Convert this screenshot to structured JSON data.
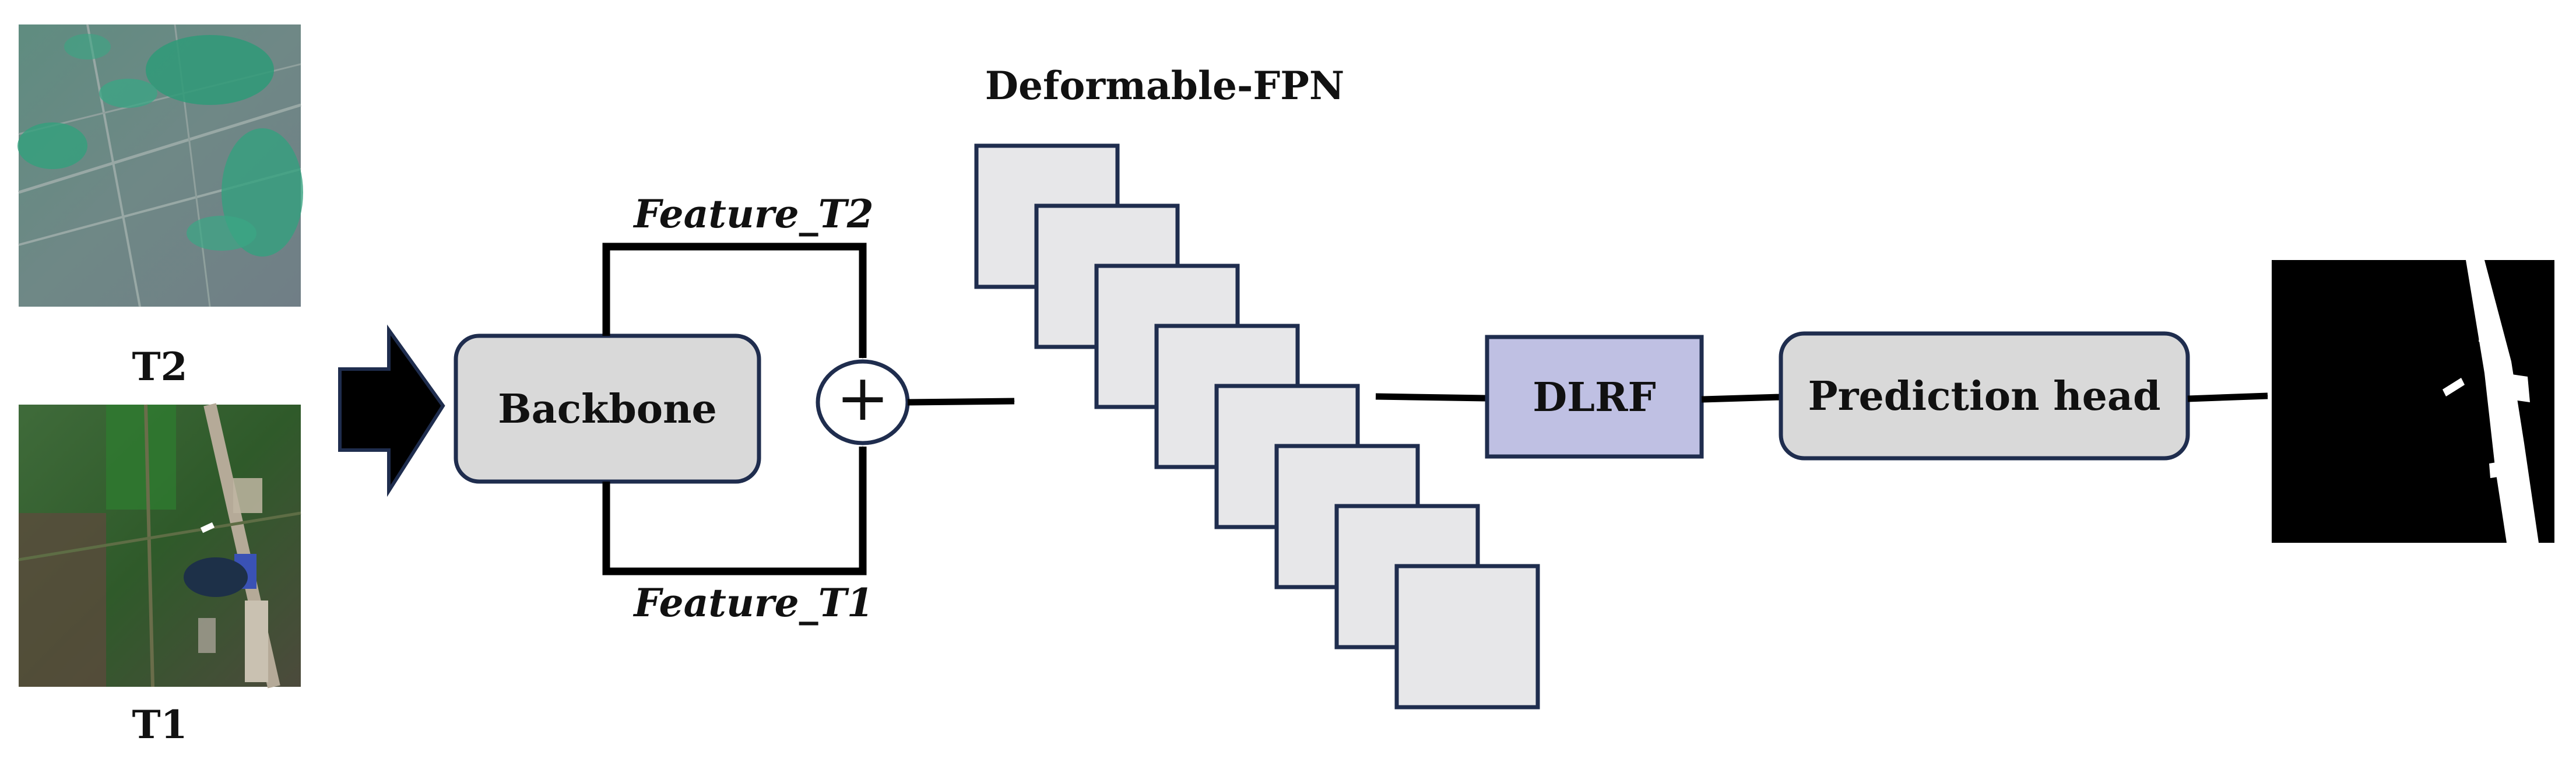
{
  "title": "Deformable-FPN",
  "inputs": {
    "t2_label": "T2",
    "t1_label": "T1"
  },
  "nodes": {
    "backbone": "Backbone",
    "fusion_symbol": "+",
    "dlrf": "DLRF",
    "prediction_head": "Prediction head"
  },
  "edges": {
    "feature_t2": "Feature_T2",
    "feature_t1": "Feature_T1"
  },
  "fpn": {
    "level_count": 8
  },
  "colors": {
    "box_fill": "#d9d9d9",
    "box_border": "#1f2d4e",
    "fpn_fill": "#e7e7e9",
    "dlrf_fill": "#bfc0e3",
    "mask_background": "#000000",
    "mask_foreground": "#ffffff"
  },
  "icons": {
    "input_arrow": "block-arrow-right-icon",
    "fusion": "circle-plus-icon"
  }
}
